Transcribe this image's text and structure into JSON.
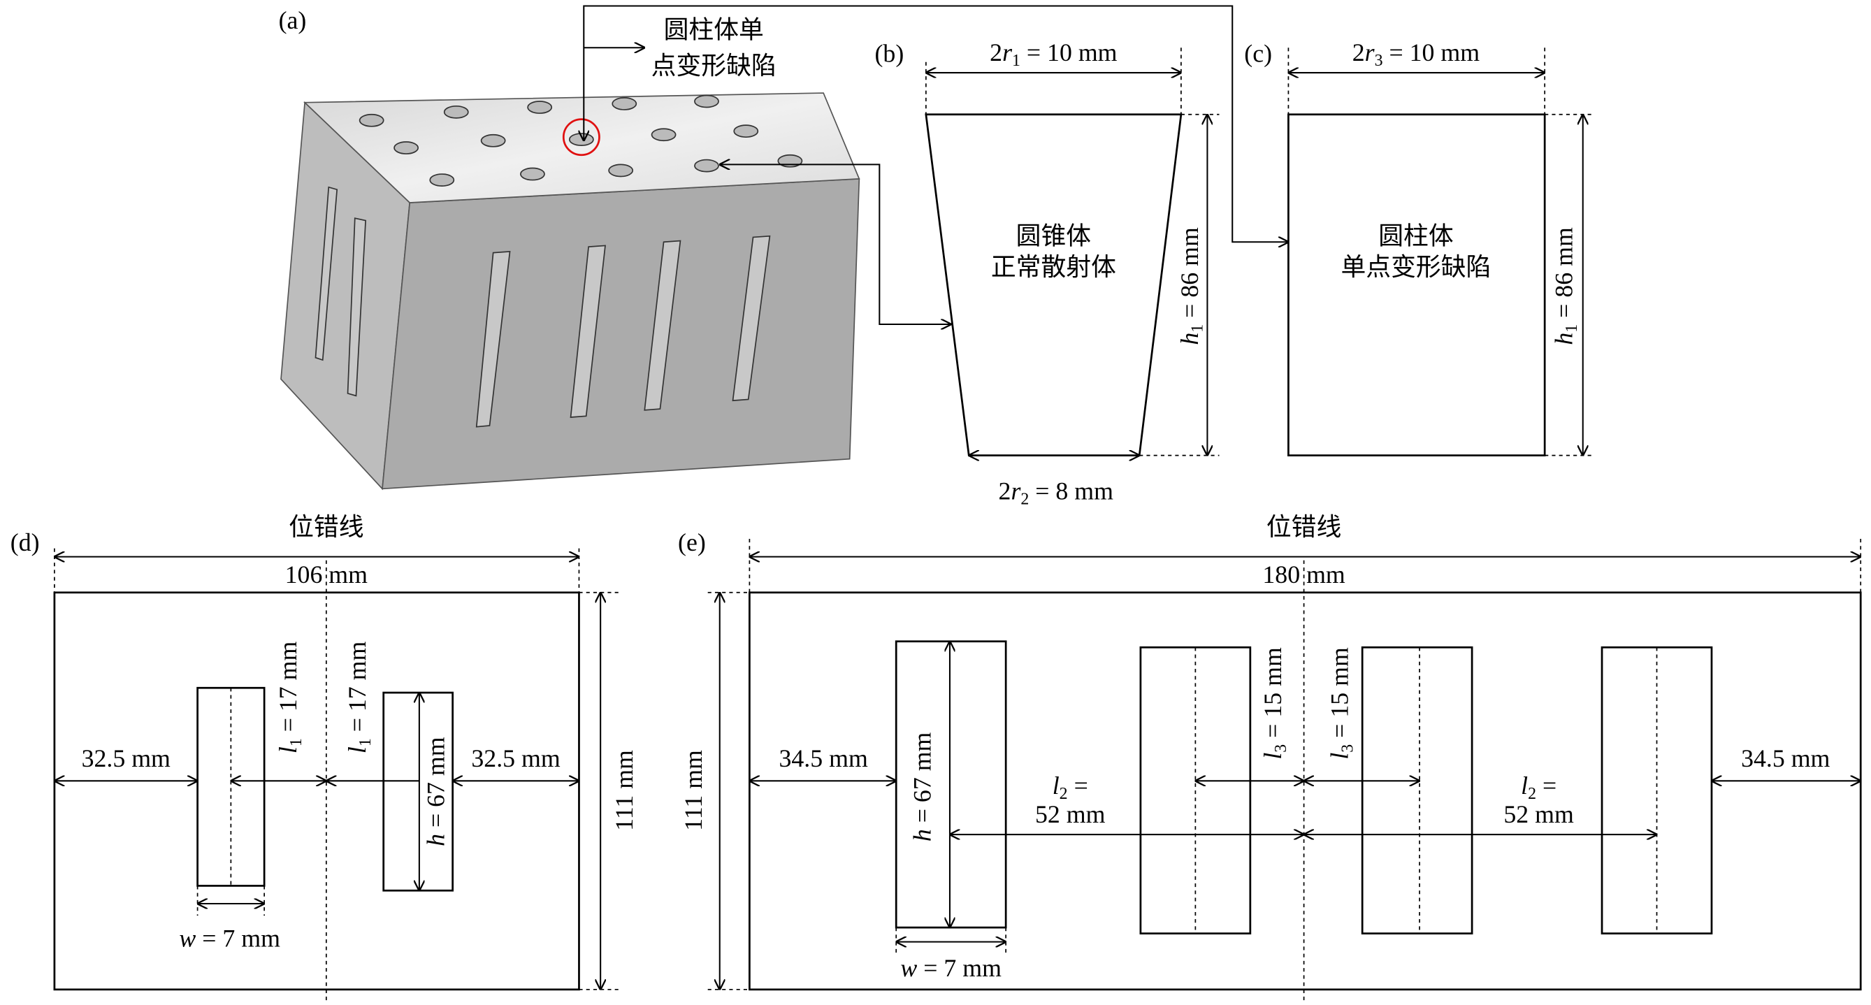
{
  "panels": {
    "a": {
      "label": "(a)",
      "callout_line1": "圆柱体单",
      "callout_line2": "点变形缺陷"
    },
    "b": {
      "label": "(b)",
      "top_dim": {
        "pre": "2",
        "var": "r",
        "sub": "1",
        "post": " = 10 mm"
      },
      "bottom_dim": {
        "pre": "2",
        "var": "r",
        "sub": "2",
        "post": " = 8 mm"
      },
      "height_dim": {
        "var": "h",
        "sub": "1",
        "post": " = 86 mm"
      },
      "title_line1": "圆锥体",
      "title_line2": "正常散射体"
    },
    "c": {
      "label": "(c)",
      "top_dim": {
        "pre": "2",
        "var": "r",
        "sub": "3",
        "post": " = 10 mm"
      },
      "height_dim": {
        "var": "h",
        "sub": "1",
        "post": " = 86 mm"
      },
      "title_line1": "圆柱体",
      "title_line2": "单点变形缺陷"
    },
    "d": {
      "label": "(d)",
      "dislocation_line": "位错线",
      "width": "106 mm",
      "height": "111 mm",
      "left_margin": "32.5 mm",
      "right_margin": "32.5 mm",
      "l1_left": {
        "var": "l",
        "sub": "1",
        "post": " = 17 mm"
      },
      "l1_right": {
        "var": "l",
        "sub": "1",
        "post": " = 17 mm"
      },
      "slot_height": {
        "var": "h",
        "post": " = 67 mm"
      },
      "slot_width": {
        "var": "w",
        "post": " = 7 mm"
      }
    },
    "e": {
      "label": "(e)",
      "dislocation_line": "位错线",
      "width": "180 mm",
      "height": "111 mm",
      "left_margin": "34.5 mm",
      "right_margin": "34.5 mm",
      "l3_left": {
        "var": "l",
        "sub": "3",
        "post": " = 15 mm"
      },
      "l3_right": {
        "var": "l",
        "sub": "3",
        "post": " = 15 mm"
      },
      "l2_left": {
        "var": "l",
        "sub": "2",
        "post": " =",
        "line2": "52 mm"
      },
      "l2_right": {
        "var": "l",
        "sub": "2",
        "post": " =",
        "line2": "52 mm"
      },
      "slot_height": {
        "var": "h",
        "post": " = 67 mm"
      },
      "slot_width": {
        "var": "w",
        "post": " = 7 mm"
      }
    }
  },
  "colors": {
    "highlight": "#e01010",
    "top_face": "#e2e2e2",
    "front_face": "#ababab",
    "side_face": "#bdbdbd"
  }
}
